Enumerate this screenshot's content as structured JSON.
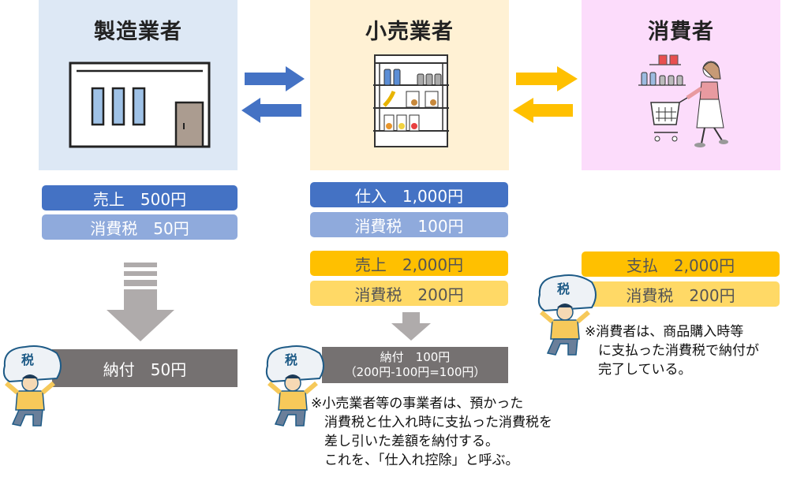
{
  "panels": {
    "manufacturer": {
      "title": "製造業者",
      "illustration": "factory-building"
    },
    "retailer": {
      "title": "小売業者",
      "illustration": "store-shelf"
    },
    "consumer": {
      "title": "消費者",
      "illustration": "shopper-with-cart"
    }
  },
  "flows": {
    "manufacturer_retailer": {
      "color": "#4472c4",
      "icon": "bidirectional-arrows"
    },
    "retailer_consumer": {
      "color": "#ffc000",
      "icon": "bidirectional-arrows"
    }
  },
  "manufacturer": {
    "sales": "売上　500円",
    "tax": "消費税　50円",
    "payment": "納付　50円"
  },
  "retailer": {
    "purchase": "仕入　1,000円",
    "purchase_tax": "消費税　100円",
    "sales": "売上　2,000円",
    "sales_tax": "消費税　200円",
    "payment_line1": "納付　100円",
    "payment_line2": "（200円-100円=100円）",
    "note": "※小売業者等の事業者は、預かった\n　消費税と仕入れ時に支払った消費税を\n　差し引いた差額を納付する。\n　これを、「仕入れ控除」と呼ぶ。"
  },
  "consumer": {
    "payment": "支払　2,000円",
    "tax": "消費税　200円",
    "note": "※消費者は、商品購入時等\n　に支払った消費税で納付が\n　完了している。"
  },
  "tax_bag_label": "税",
  "colors": {
    "blue_dark": "#4472c4",
    "blue_light": "#8faadc",
    "gold_dark": "#ffc000",
    "gold_light": "#ffd966",
    "payment_gray": "#757171",
    "arrow_gray": "#afabab"
  }
}
